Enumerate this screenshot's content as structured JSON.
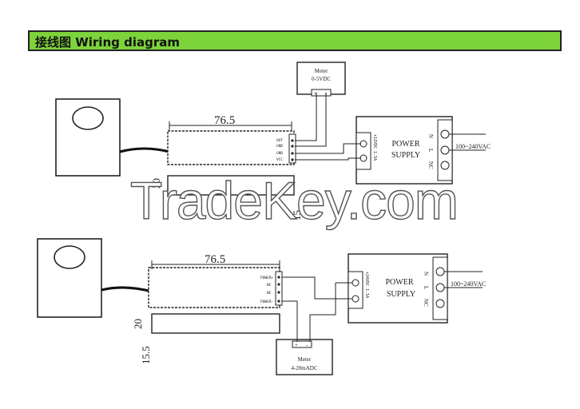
{
  "header": {
    "title": "接线图 Wiring diagram"
  },
  "top_diagram": {
    "meter_label": "Meter",
    "meter_range": "0-5VDC",
    "meter_pos": "+",
    "meter_neg": "-",
    "dimension_length": "76.5",
    "dimension_height": "20",
    "dimension_side": "15",
    "terminals": [
      "OUT",
      "GND",
      "GND",
      "VCC"
    ],
    "supply_output": "+12VDC 1.5A",
    "supply_line1": "POWER",
    "supply_line2": "SUPPLY",
    "supply_inputs": [
      "N",
      "L",
      "NC"
    ],
    "ac_label": "100~240VAC"
  },
  "bottom_diagram": {
    "meter_label": "Meter",
    "meter_range": "4-20mADC",
    "meter_pos": "+",
    "meter_neg": "-",
    "dimension_length": "76.5",
    "dimension_height": "20",
    "dimension_side": "15.5",
    "terminals": [
      "POWER+",
      "NC",
      "NC",
      "POWER-"
    ],
    "supply_output": "+24VDC 1.5A",
    "supply_line1": "POWER",
    "supply_line2": "SUPPLY",
    "supply_inputs": [
      "N",
      "L",
      "NC"
    ],
    "ac_label": "100~240VAC"
  },
  "watermark": "TradeKey.com"
}
